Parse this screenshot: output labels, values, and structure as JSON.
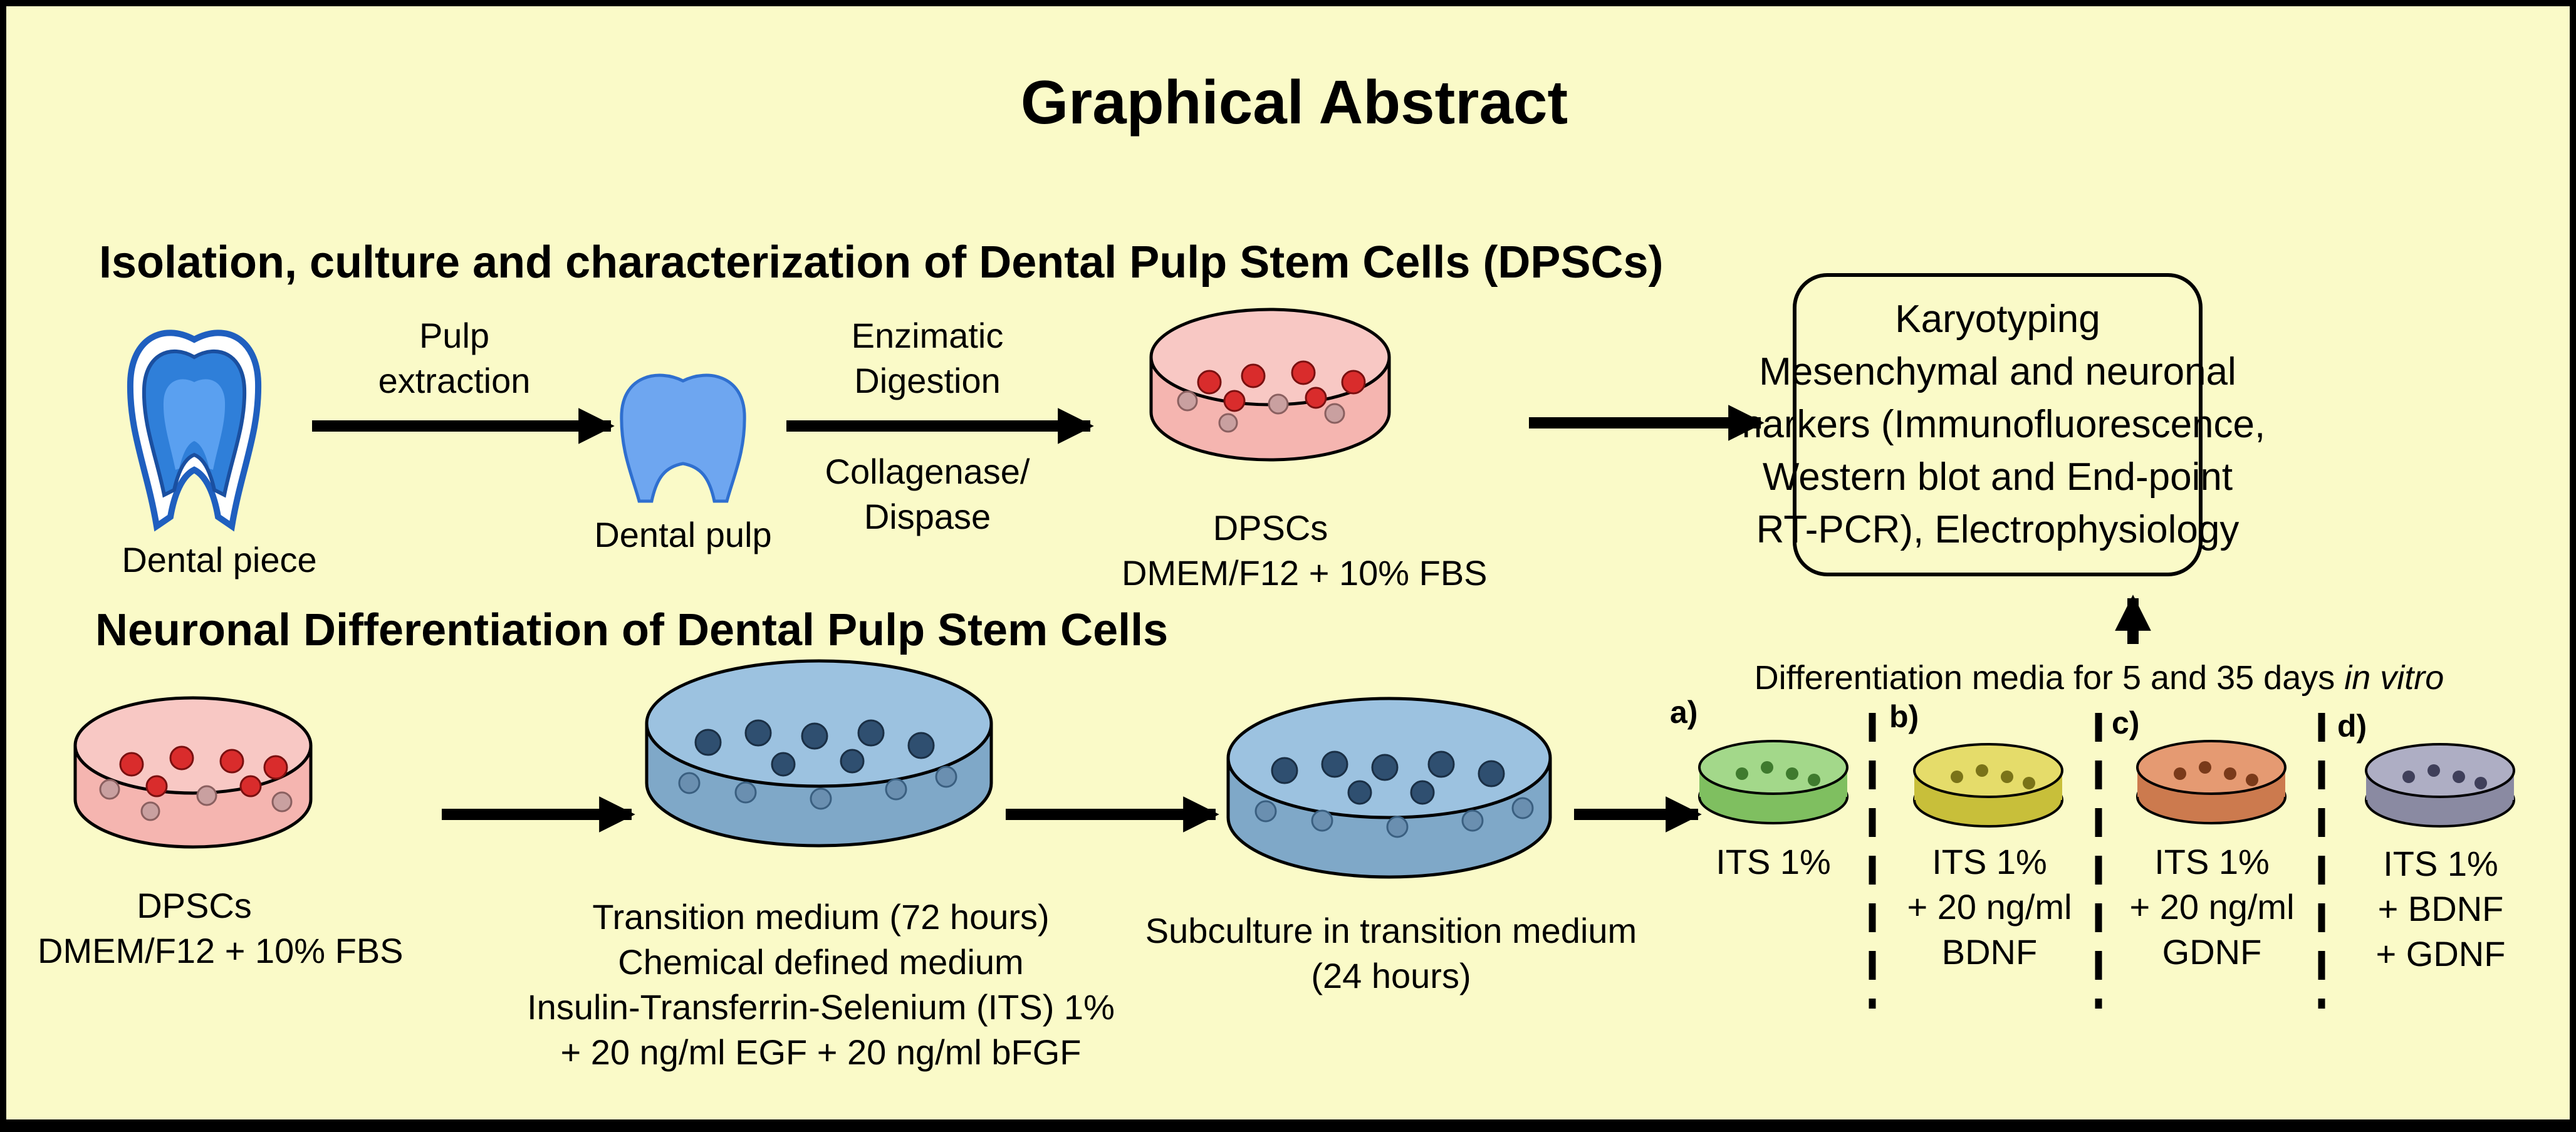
{
  "title": "Graphical Abstract",
  "section1": {
    "heading": "Isolation, culture and characterization of Dental Pulp Stem Cells (DPSCs)",
    "dental_piece": "Dental piece",
    "pulp_extraction": [
      "Pulp",
      "extraction"
    ],
    "dental_pulp": "Dental pulp",
    "enzymatic_digestion": [
      "Enzimatic",
      "Digestion"
    ],
    "collagenase": [
      "Collagenase/",
      "Dispase"
    ],
    "dpscs": [
      "DPSCs",
      "DMEM/F12 + 10% FBS"
    ]
  },
  "characterization": [
    "Karyotyping",
    "Mesenchymal  and neuronal",
    "markers (Immunofluorescence,",
    "Western blot and End-point",
    "RT-PCR), Electrophysiology"
  ],
  "section2": {
    "heading": "Neuronal Differentiation of Dental Pulp Stem Cells",
    "dpscs": [
      "DPSCs",
      "DMEM/F12 + 10% FBS"
    ],
    "transition": [
      "Transition medium (72 hours)",
      "Chemical defined medium",
      "Insulin-Transferrin-Selenium (ITS) 1%",
      "+ 20 ng/ml EGF + 20 ng/ml bFGF"
    ],
    "subculture": [
      "Subculture in transition medium",
      "(24 hours)"
    ],
    "media_title": "Differentiation media for 5 and 35 days",
    "media_title_italic": "in vitro",
    "media": [
      {
        "letter": "a)",
        "lines": [
          "ITS 1%"
        ],
        "color": "#8fcf6e"
      },
      {
        "letter": "b)",
        "lines": [
          "ITS 1%",
          "+ 20 ng/ml",
          "BDNF"
        ],
        "color": "#d8cf4a"
      },
      {
        "letter": "c)",
        "lines": [
          "ITS 1%",
          "+ 20 ng/ml",
          "GDNF"
        ],
        "color": "#d9875a"
      },
      {
        "letter": "d)",
        "lines": [
          "ITS 1%",
          "+ BDNF",
          "+ GDNF"
        ],
        "color": "#9a9ab0"
      }
    ]
  },
  "colors": {
    "background": "#fafac8",
    "dish_red": "#f5b5b0",
    "dish_blue": "#8fb6d8",
    "tooth_blue": "#2f7fd9",
    "pulp_blue": "#6ea6f0"
  }
}
